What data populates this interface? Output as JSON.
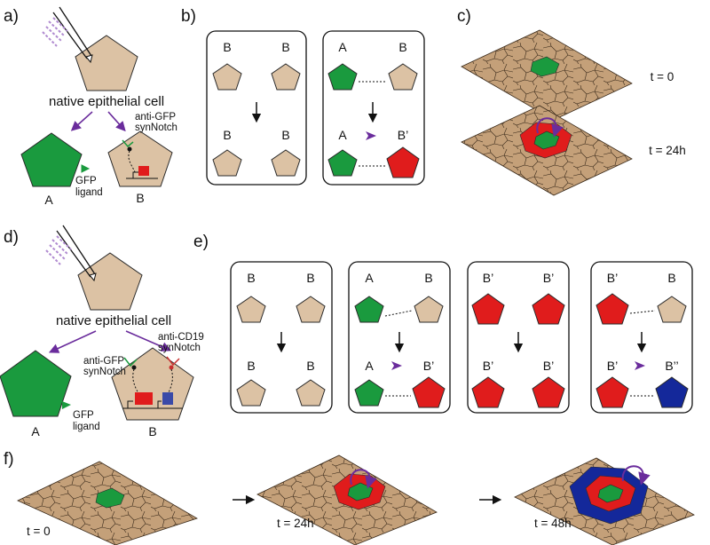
{
  "panels": {
    "a": "a)",
    "b": "b)",
    "c": "c)",
    "d": "d)",
    "e": "e)",
    "f": "f)"
  },
  "panel_a": {
    "native_label": "native epithelial cell",
    "cell_a": "A",
    "cell_b": "B",
    "ligand_label_1": "GFP",
    "ligand_label_2": "ligand",
    "receptor_label_1": "anti-GFP",
    "receptor_label_2": "synNotch"
  },
  "panel_b": {
    "box1": {
      "top_left": "B",
      "top_right": "B",
      "bottom_left": "B",
      "bottom_right": "B"
    },
    "box2": {
      "top_left": "A",
      "top_right": "B",
      "bottom_left": "A",
      "bottom_right": "B’"
    }
  },
  "panel_c": {
    "t0": "t = 0",
    "t24": "t = 24h"
  },
  "panel_d": {
    "native_label": "native epithelial cell",
    "cell_a": "A",
    "cell_b": "B",
    "ligand_label_1": "GFP",
    "ligand_label_2": "ligand",
    "receptor1_label_1": "anti-GFP",
    "receptor1_label_2": "synNotch",
    "receptor2_label_1": "anti-CD19",
    "receptor2_label_2": "synNotch"
  },
  "panel_e": {
    "box1": {
      "top_left": "B",
      "top_right": "B",
      "bottom_left": "B",
      "bottom_right": "B"
    },
    "box2": {
      "top_left": "A",
      "top_right": "B",
      "bottom_left": "A",
      "bottom_right": "B’"
    },
    "box3": {
      "top_left": "B’",
      "top_right": "B’",
      "bottom_left": "B’",
      "bottom_right": "B’"
    },
    "box4": {
      "top_left": "B’",
      "top_right": "B",
      "bottom_left": "B’",
      "bottom_right": "B’’"
    }
  },
  "panel_f": {
    "t0": "t = 0",
    "t24": "t = 24h",
    "t48": "t = 48h"
  },
  "colors": {
    "tan": "#dcc2a4",
    "green": "#1a9a3e",
    "red": "#e01c1c",
    "blue": "#14289a",
    "sheet": "#c4a079",
    "arrow_purple": "#6a2c9c"
  }
}
